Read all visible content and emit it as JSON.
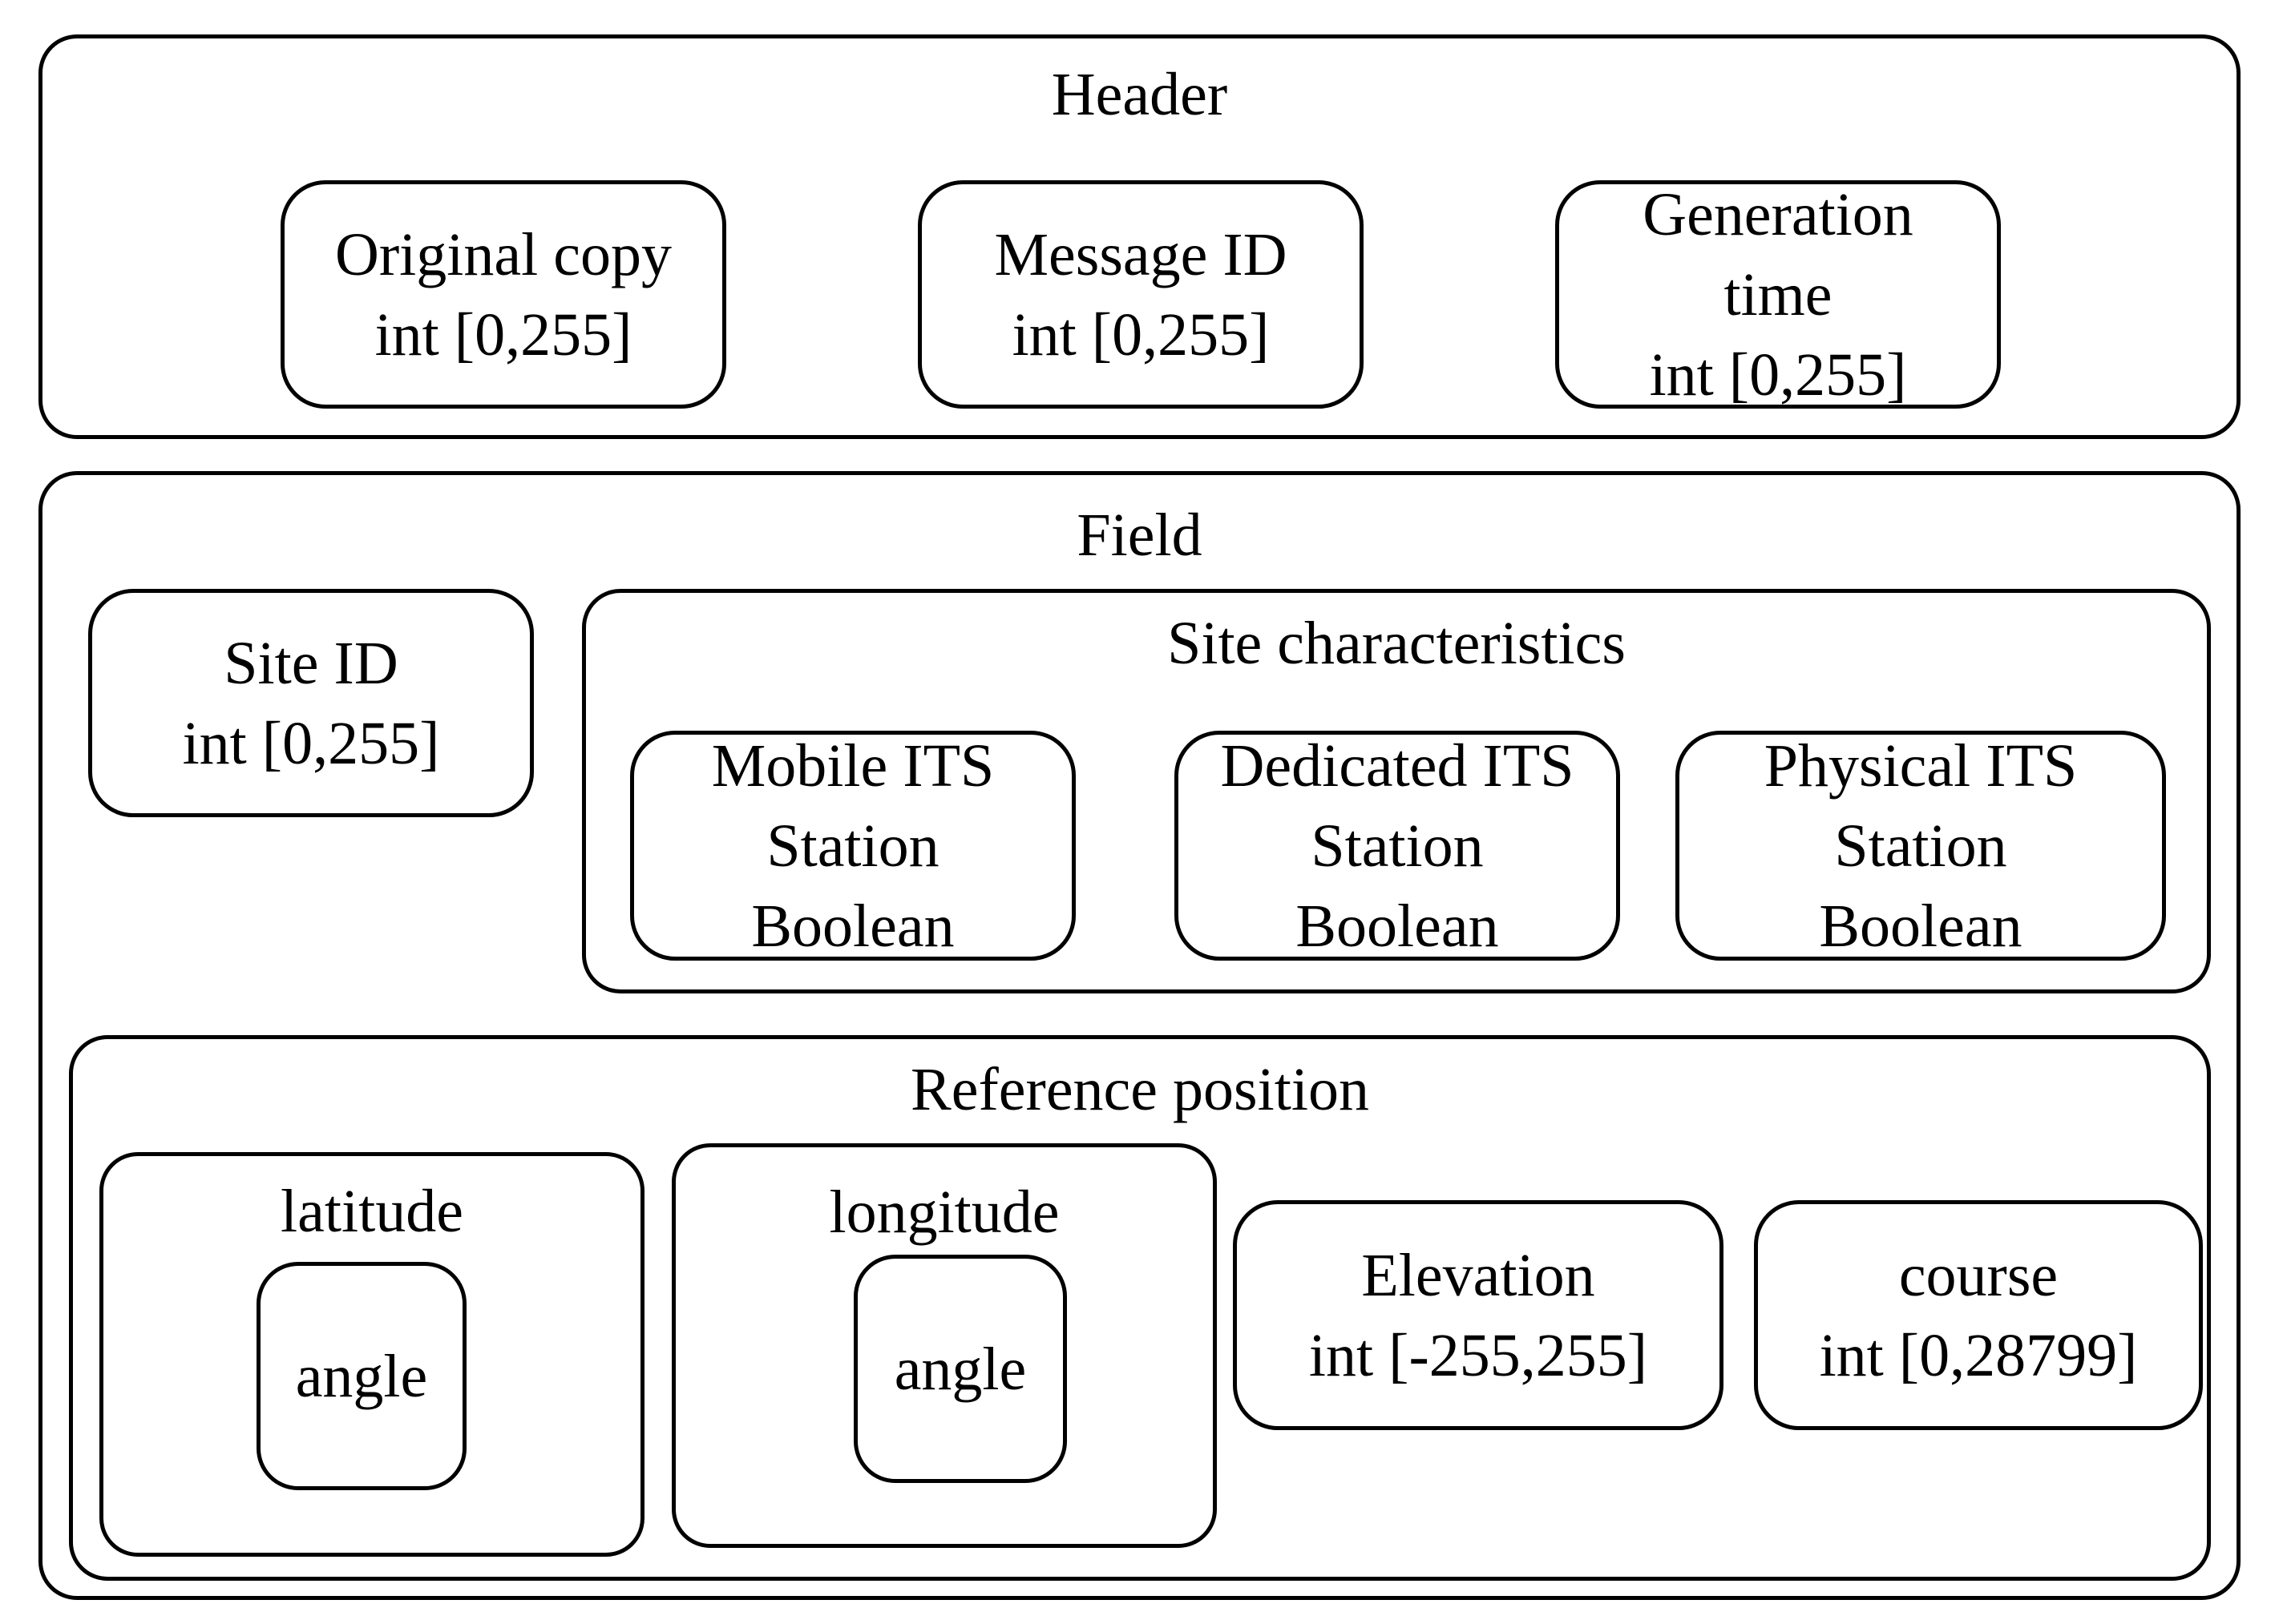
{
  "header": {
    "title": "Header",
    "original_copy": {
      "name": "Original copy",
      "type": "int [0,255]"
    },
    "message_id": {
      "name": "Message ID",
      "type": "int [0,255]"
    },
    "generation_time": {
      "name_line1": "Generation",
      "name_line2": "time",
      "type": "int [0,255]"
    }
  },
  "field": {
    "title": "Field",
    "site_id": {
      "name": "Site ID",
      "type": "int [0,255]"
    },
    "site_characteristics": {
      "title": "Site characteristics",
      "mobile_its": {
        "line1": "Mobile ITS",
        "line2": "Station",
        "type": "Boolean"
      },
      "dedicated_its": {
        "line1": "Dedicated ITS",
        "line2": "Station",
        "type": "Boolean"
      },
      "physical_its": {
        "line1": "Physical ITS",
        "line2": "Station",
        "type": "Boolean"
      }
    },
    "reference_position": {
      "title": "Reference position",
      "latitude": {
        "title": "latitude",
        "inner": "angle"
      },
      "longitude": {
        "title": "longitude",
        "inner": "angle"
      },
      "elevation": {
        "name": "Elevation",
        "type": "int [-255,255]"
      },
      "course": {
        "name": "course",
        "type": "int [0,28799]"
      }
    }
  }
}
